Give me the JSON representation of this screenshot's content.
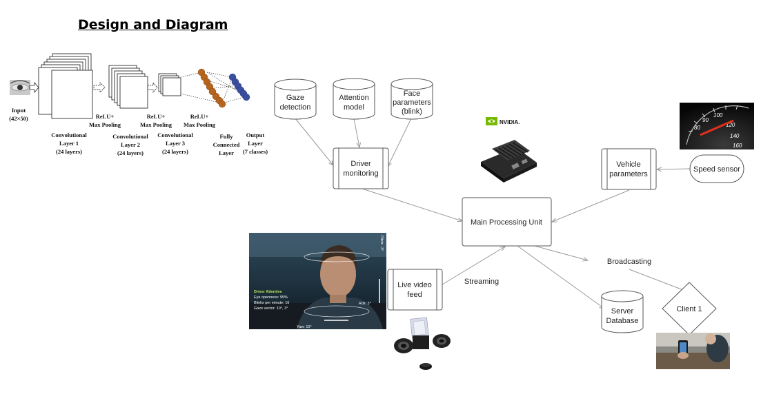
{
  "title": "Design and Diagram",
  "cnn": {
    "input_label": "Input",
    "input_size": "(42×50)",
    "conv1": [
      "Convolutional",
      "Layer 1",
      "(24 layers)"
    ],
    "conv2": [
      "Convolutional",
      "Layer 2",
      "(24 layers)"
    ],
    "conv3": [
      "Convolutional",
      "Layer 3",
      "(24 layers)"
    ],
    "relu1": [
      "ReLU+",
      "Max Pooling"
    ],
    "relu2": [
      "ReLU+",
      "Max Pooling"
    ],
    "relu3": [
      "ReLU+",
      "Max Pooling"
    ],
    "fc": [
      "Fully",
      "Connected",
      "Layer"
    ],
    "output": [
      "Output",
      "Layer",
      "(7 classes)"
    ]
  },
  "nodes": {
    "gaze": [
      "Gaze",
      "detection"
    ],
    "attention": [
      "Attention",
      "model"
    ],
    "face": [
      "Face",
      "parameters",
      "(blink)"
    ],
    "driver": [
      "Driver",
      "monitoring"
    ],
    "vehicle": [
      "Vehicle",
      "parameters"
    ],
    "speed": "Speed sensor",
    "mpu": "Main Processing Unit",
    "live": [
      "Live video",
      "feed"
    ],
    "server": [
      "Server",
      "Database"
    ],
    "client": "Client 1"
  },
  "edge_labels": {
    "streaming": "Streaming",
    "broadcasting": "Broadcasting"
  },
  "images": {
    "nvidia_logo": "NVIDIA.",
    "driver_photo": {
      "status": "Driver Attentive",
      "eye_openness": "Eye openness: 95%",
      "blinks": "Blinks per minute: 16",
      "gaze_vector": "Gaze vector: 10°, 3°",
      "roll": "Roll: 3°",
      "yaw": "Yaw: 10°",
      "pitch": "Pitch: -3°"
    },
    "speedometer_ticks": [
      "80",
      "90",
      "100",
      "120",
      "140",
      "160"
    ]
  },
  "colors": {
    "nvidia_green": "#76b900",
    "fc_node": "#b5651d",
    "output_node": "#3b4fa0",
    "speed_needle": "#e0301e"
  }
}
